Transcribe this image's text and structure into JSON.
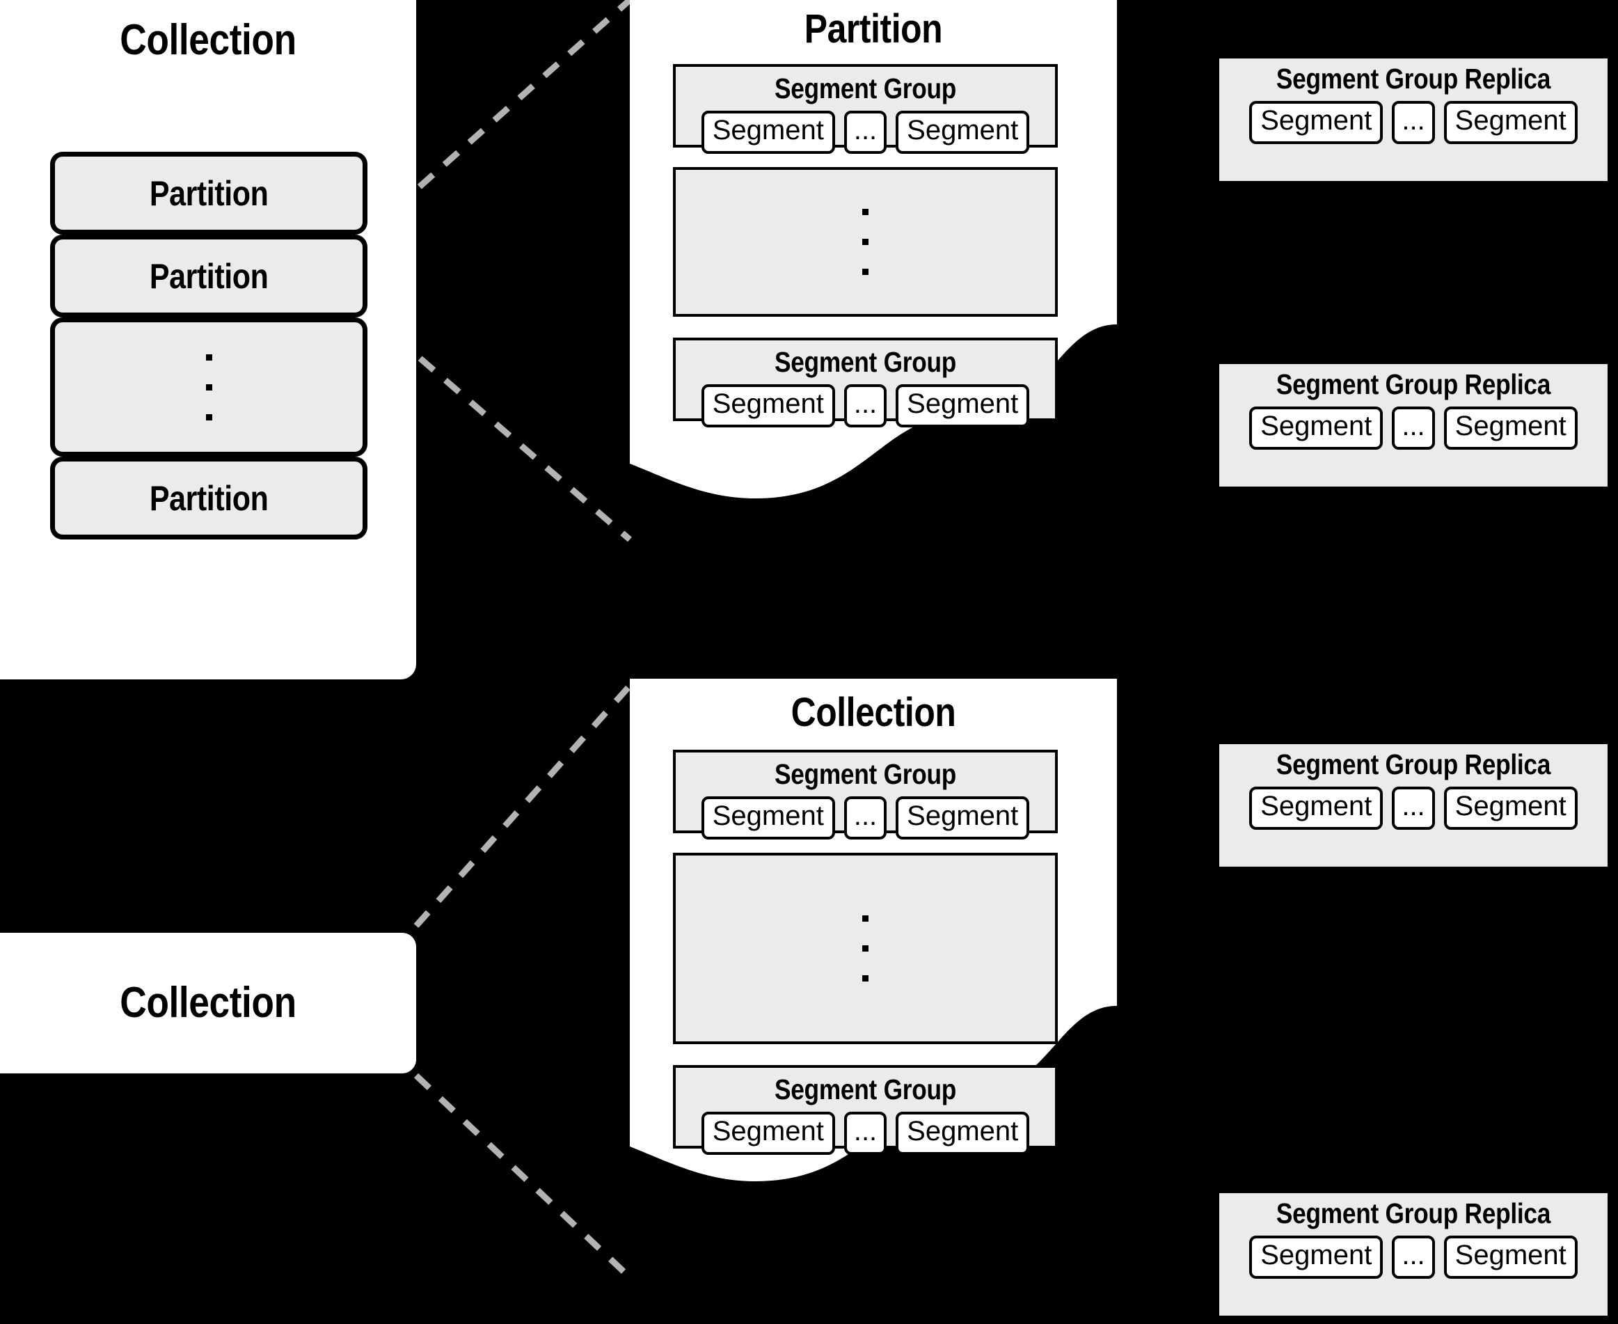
{
  "colors": {
    "background": "#000000",
    "panel": "#ffffff",
    "box_fill": "#ebebeb",
    "stroke": "#000000",
    "dashed_connector": "#b3b3b3"
  },
  "left_collection_panel": {
    "title": "Collection",
    "partitions": [
      {
        "label": "Partition",
        "type": "item"
      },
      {
        "label": "Partition",
        "type": "item"
      },
      {
        "label": "",
        "type": "vertical-ellipsis"
      },
      {
        "label": "Partition",
        "type": "item"
      }
    ]
  },
  "partition_detail_panel": {
    "title": "Partition",
    "segment_groups": [
      {
        "title": "Segment Group",
        "segments": [
          "Segment",
          "...",
          "Segment"
        ]
      },
      {
        "title": "",
        "type": "vertical-ellipsis",
        "segments": []
      },
      {
        "title": "Segment Group",
        "segments": [
          "Segment",
          "...",
          "Segment"
        ]
      }
    ]
  },
  "collection_detail_panel": {
    "title": "Collection",
    "segment_groups": [
      {
        "title": "Segment Group",
        "segments": [
          "Segment",
          "...",
          "Segment"
        ]
      },
      {
        "title": "",
        "type": "vertical-ellipsis",
        "segments": []
      },
      {
        "title": "Segment Group",
        "segments": [
          "Segment",
          "...",
          "Segment"
        ]
      }
    ]
  },
  "bottom_collection_box": {
    "title": "Collection"
  },
  "replicas": [
    {
      "title": "Segment Group Replica",
      "segments": [
        "Segment",
        "...",
        "Segment"
      ]
    },
    {
      "title": "Segment Group Replica",
      "segments": [
        "Segment",
        "...",
        "Segment"
      ]
    },
    {
      "title": "Segment Group Replica",
      "segments": [
        "Segment",
        "...",
        "Segment"
      ]
    },
    {
      "title": "Segment Group Replica",
      "segments": [
        "Segment",
        "...",
        "Segment"
      ]
    }
  ]
}
